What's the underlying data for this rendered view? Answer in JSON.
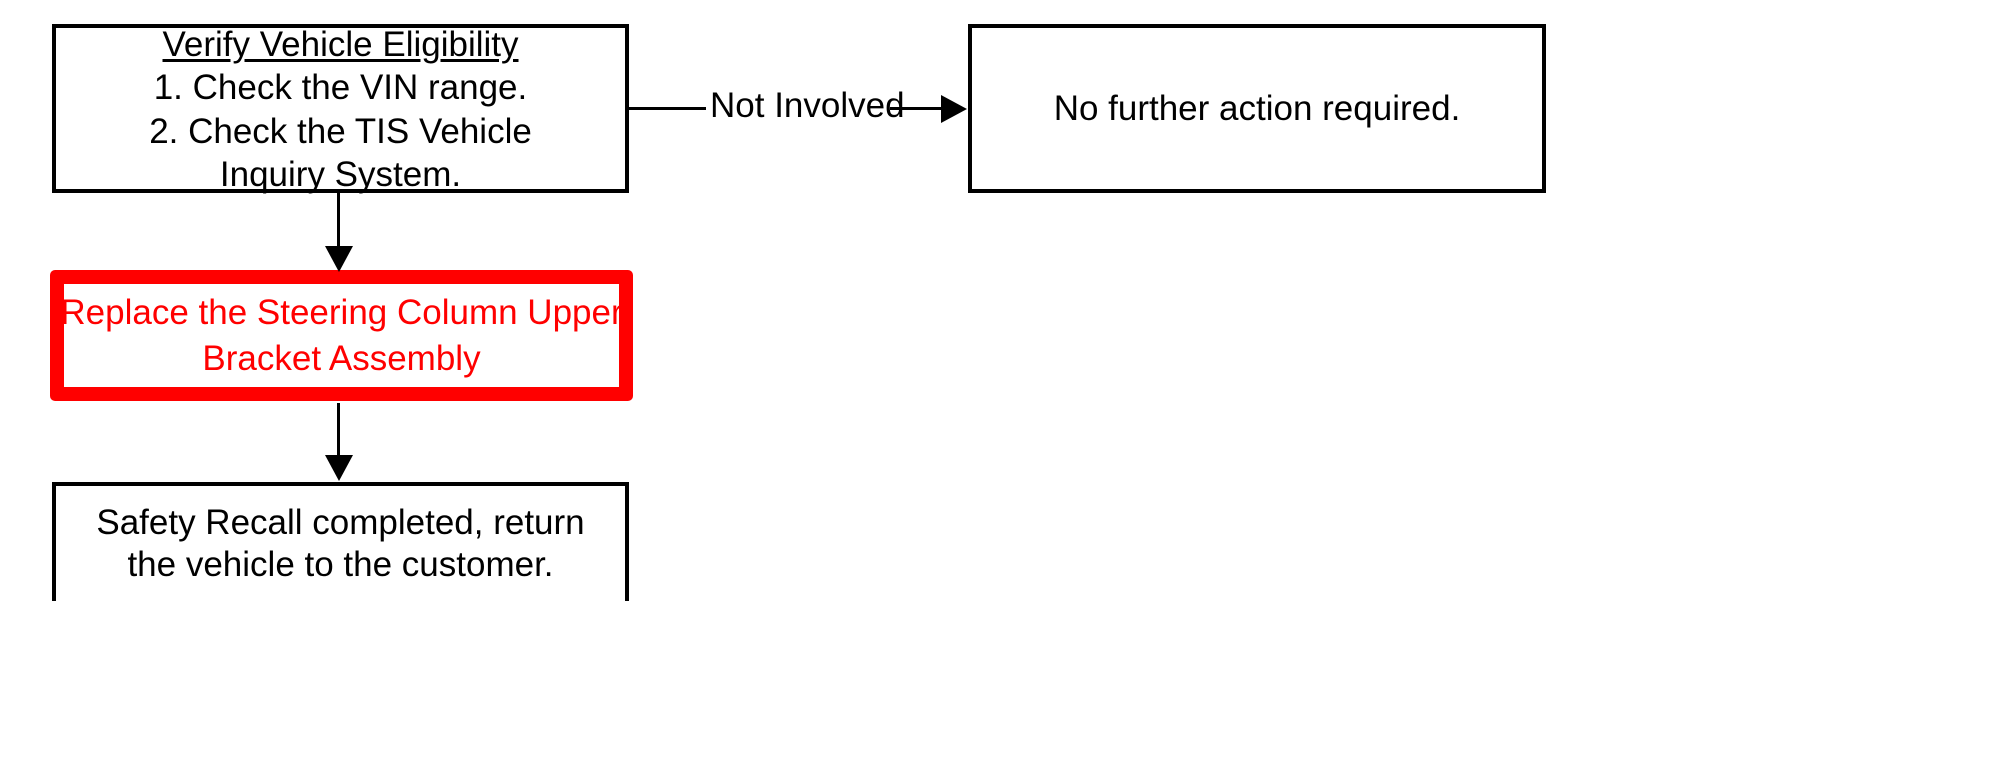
{
  "diagram": {
    "title_node": {
      "name": "verify-vehicle-eligibility",
      "lines": [
        "Verify Vehicle Eligibility",
        "1. Check the VIN range.",
        "2. Check the TIS Vehicle",
        "Inquiry System."
      ]
    },
    "no_action_node": {
      "name": "no-further-action",
      "lines": [
        "No further action required."
      ]
    },
    "replace_node": {
      "name": "replace-steering-column",
      "lines": [
        "Replace the Steering Column Upper",
        "Bracket Assembly"
      ],
      "border_color": "#FF0000",
      "text_color": "#FF0000"
    },
    "complete_node": {
      "name": "safety-recall-completed",
      "lines": [
        "Safety Recall completed, return",
        "the vehicle to the customer."
      ]
    },
    "edges": [
      {
        "name": "not-involved-edge",
        "label": "Not Involved",
        "from": "verify-vehicle-eligibility",
        "to": "no-further-action",
        "direction": "right"
      },
      {
        "name": "verify-to-replace-edge",
        "label": "",
        "from": "verify-vehicle-eligibility",
        "to": "replace-steering-column",
        "direction": "down"
      },
      {
        "name": "replace-to-complete-edge",
        "label": "",
        "from": "replace-steering-column",
        "to": "safety-recall-completed",
        "direction": "down"
      }
    ],
    "colors": {
      "ink": "#000000",
      "paper": "#ffffff",
      "highlight": "#FF0000"
    }
  }
}
